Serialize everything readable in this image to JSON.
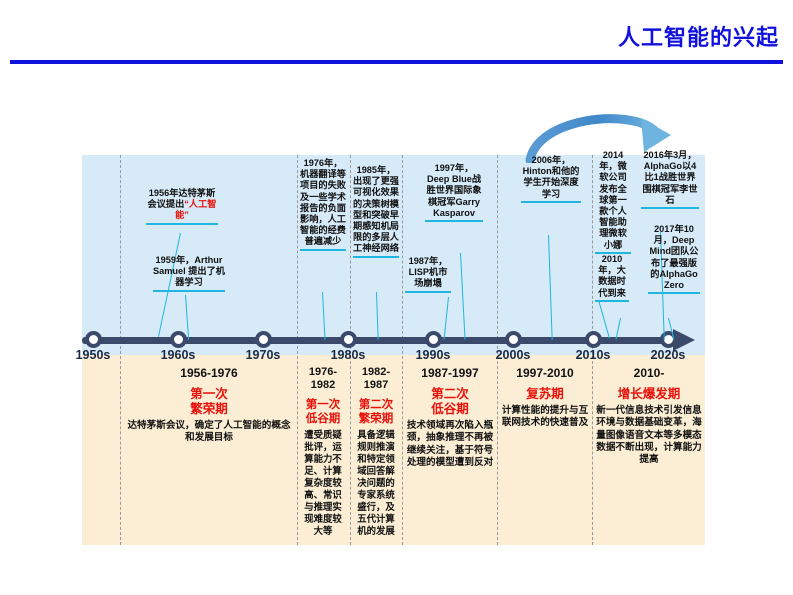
{
  "header": {
    "title": "人工智能的兴起"
  },
  "colors": {
    "title_blue": "#1111dd",
    "band_top": "#d6eaf8",
    "band_bottom": "#fbeed5",
    "axis": "#3b4a6b",
    "callout_rule": "#1fb6e0",
    "period_name_red": "#e8120b"
  },
  "timeline": {
    "decades": [
      {
        "label": "1950s"
      },
      {
        "label": "1960s"
      },
      {
        "label": "1970s"
      },
      {
        "label": "1980s"
      },
      {
        "label": "1990s"
      },
      {
        "label": "2000s"
      },
      {
        "label": "2010s"
      },
      {
        "label": "2020s"
      }
    ]
  },
  "callouts": [
    {
      "id": "c1956",
      "text_before": "1956年达特茅斯会议提出",
      "highlight": "“人工智能”",
      "text_after": ""
    },
    {
      "id": "c1959",
      "text_before": "1959年，Arthur Samuel 提出了机器学习",
      "highlight": "",
      "text_after": ""
    },
    {
      "id": "c1976",
      "text_before": "1976年，机器翻译等项目的失败及一些学术报告的负面影响，人工智能的经费普遍减少",
      "highlight": "",
      "text_after": ""
    },
    {
      "id": "c1985",
      "text_before": "1985年，出现了更强可视化效果的决策树模型和突破早期感知机局限的多层人工神经网络",
      "highlight": "",
      "text_after": ""
    },
    {
      "id": "c1987",
      "text_before": "1987年，LISP机市场崩塌",
      "highlight": "",
      "text_after": ""
    },
    {
      "id": "c1997",
      "text_before": "1997年，Deep Blue战胜世界国际象棋冠军Garry Kasparov",
      "highlight": "",
      "text_after": ""
    },
    {
      "id": "c2006",
      "text_before": "2006年，Hinton和他的学生开始深度学习",
      "highlight": "",
      "text_after": ""
    },
    {
      "id": "c2010",
      "text_before": "2010年，大数据时代到来",
      "highlight": "",
      "text_after": ""
    },
    {
      "id": "c2014",
      "text_before": "2014年，微软公司发布全球第一款个人智能助理微软小娜",
      "highlight": "",
      "text_after": ""
    },
    {
      "id": "c2016",
      "text_before": "2016年3月，AlphaGo以4比1战胜世界围棋冠军李世石",
      "highlight": "",
      "text_after": ""
    },
    {
      "id": "c2017",
      "text_before": "2017年10月，Deep Mind团队公布了最强版的AlphaGo Zero",
      "highlight": "",
      "text_after": ""
    }
  ],
  "periods": [
    {
      "years": "1956-1976",
      "name": "第一次\n繁荣期",
      "name_line1": "第一次",
      "name_line2": "繁荣期",
      "desc": "达特茅斯会议，确定了人工智能的概念和发展目标"
    },
    {
      "years": "1976-\n1982",
      "years_line1": "1976-",
      "years_line2": "1982",
      "name_line1": "第一次",
      "name_line2": "低谷期",
      "desc": "遭受质疑批评，运算能力不足、计算复杂度较高、常识与推理实现难度较大等"
    },
    {
      "years": "1982-\n1987",
      "years_line1": "1982-",
      "years_line2": "1987",
      "name_line1": "第二次",
      "name_line2": "繁荣期",
      "desc": "具备逻辑规则推演和特定领域回答解决问题的专家系统盛行，及五代计算机的发展"
    },
    {
      "years": "1987-1997",
      "name_line1": "第二次",
      "name_line2": "低谷期",
      "desc": "技术领域再次陷入瓶颈，抽象推理不再被继续关注，基于符号处理的模型遭到反对"
    },
    {
      "years": "1997-2010",
      "name_line1": "复苏期",
      "name_line2": "",
      "desc": "计算性能的提升与互联网技术的快速普及"
    },
    {
      "years": "2010-",
      "name_line1": "增长爆发期",
      "name_line2": "",
      "desc": "新一代信息技术引发信息环境与数据基础变革，海量图像语音文本等多模态数据不断出现，计算能力提高"
    }
  ]
}
